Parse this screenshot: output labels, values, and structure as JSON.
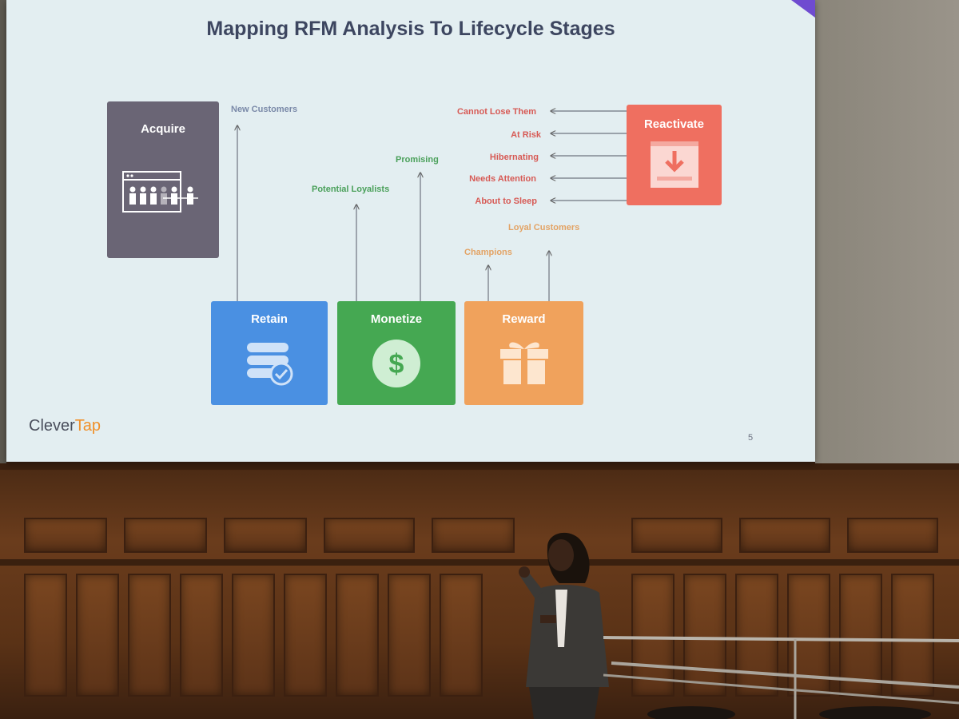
{
  "slide": {
    "title": "Mapping RFM Analysis To Lifecycle Stages",
    "brand_prefix": "Clever",
    "brand_accent": "Tap",
    "page_number": "5"
  },
  "stages": {
    "acquire": "Acquire",
    "retain": "Retain",
    "monetize": "Monetize",
    "reward": "Reward",
    "reactivate": "Reactivate"
  },
  "segments": {
    "new_customers": "New Customers",
    "potential_loyalists": "Potential Loyalists",
    "promising": "Promising",
    "champions": "Champions",
    "loyal_customers": "Loyal Customers",
    "cannot_lose_them": "Cannot Lose Them",
    "at_risk": "At Risk",
    "hibernating": "Hibernating",
    "needs_attention": "Needs Attention",
    "about_to_sleep": "About to Sleep"
  },
  "colors": {
    "acquire": "#6a6575",
    "retain": "#4a90e2",
    "monetize": "#45a852",
    "reward": "#f0a25c",
    "reactivate": "#ef6f60",
    "brand_accent": "#f0902a",
    "corner_mark": "#6f4bd0"
  },
  "icons": {
    "acquire": "people-browser-icon",
    "retain": "database-check-icon",
    "monetize": "dollar-coin-icon",
    "reward": "gift-icon",
    "reactivate": "download-window-icon"
  }
}
